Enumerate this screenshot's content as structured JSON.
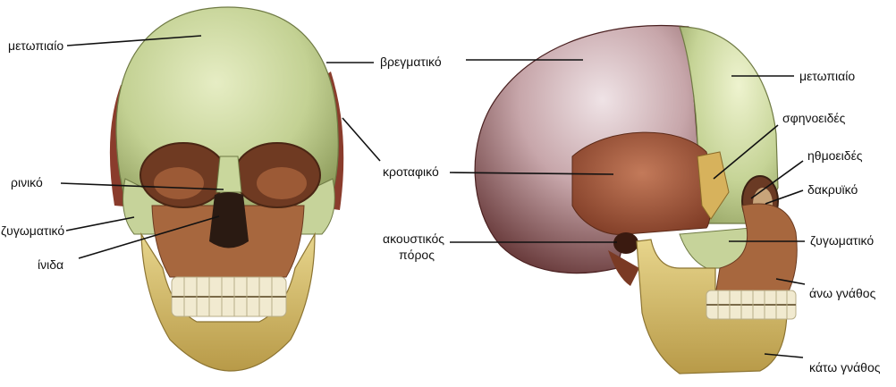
{
  "labels": {
    "front_frontal": "μετωπιαίο",
    "front_nasal": "ρινικό",
    "front_zygomatic": "ζυγωματικό",
    "front_iris": "ίνιδα",
    "parietal": "βρεγματικό",
    "temporal": "κροταφικό",
    "acoustic_1": "ακουστικός",
    "acoustic_2": "πόρος",
    "side_frontal": "μετωπιαίο",
    "sphenoid": "σφηνοειδές",
    "ethmoid": "ηθμοειδές",
    "lacrimal": "δακρυϊκό",
    "side_zygomatic": "ζυγωματικό",
    "maxilla": "άνω γνάθος",
    "mandible": "κάτω γνάθος"
  },
  "colors": {
    "frontal_bone": "#c9d79c",
    "parietal_bone": "#b89a98",
    "temporal_bone": "#a85a3c",
    "maxilla_bone": "#a7673e",
    "mandible_bone": "#d9c47a",
    "teeth": "#f1ead0",
    "leader_line": "#111111"
  }
}
